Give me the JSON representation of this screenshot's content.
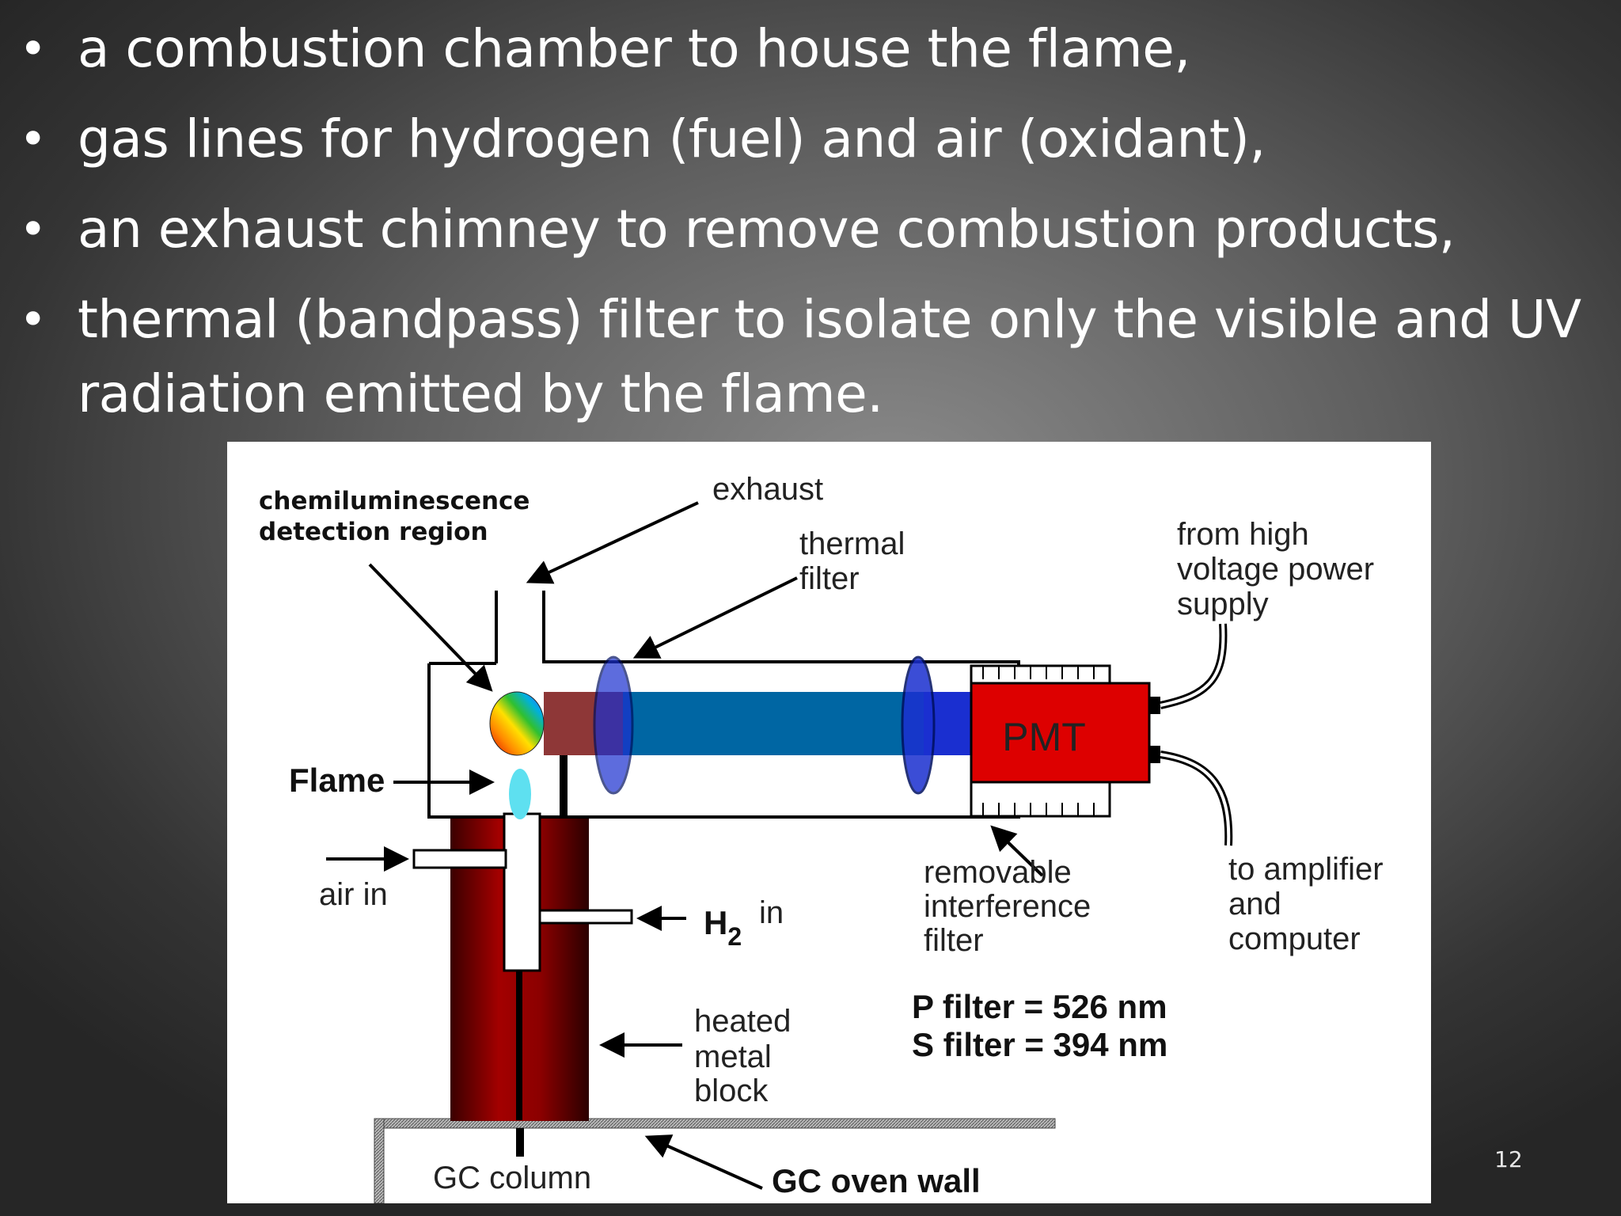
{
  "bullets": [
    {
      "text": "a combustion chamber to house the flame,"
    },
    {
      "text": " gas lines for hydrogen (fuel) and air (oxidant),"
    },
    {
      "text": "an exhaust chimney to remove combustion products,"
    },
    {
      "text": "thermal (bandpass) filter to isolate only the visible and UV"
    },
    {
      "text": "radiation emitted by the flame."
    }
  ],
  "bullet_symbol": "•",
  "diagram": {
    "region_label_1": "chemiluminescence",
    "region_label_2": "detection region",
    "exhaust": "exhaust",
    "thermal_filter_1": "thermal",
    "thermal_filter_2": "filter",
    "hv_1": "from high",
    "hv_2": "voltage power",
    "hv_3": "supply",
    "pmt": "PMT",
    "flame": "Flame",
    "air_in": "air in",
    "h2": "H",
    "h2_sub": "2",
    "h2_in": "in",
    "removable_1": "removable",
    "removable_2": "interference",
    "removable_3": "filter",
    "amp_1": "to amplifier",
    "amp_2": "and",
    "amp_3": "computer",
    "p_filter": "P filter = 526 nm",
    "s_filter": "S filter = 394 nm",
    "heated_1": "heated",
    "heated_2": "metal",
    "heated_3": "block",
    "gc_column": "GC column",
    "gc_oven_wall": "GC oven wall"
  },
  "colors": {
    "pmt_red": "#dd0000",
    "beam_blue": "#0066a3",
    "lens_blue": "#1a2fd0",
    "block_red": "#8b0000"
  },
  "slide_number": "12"
}
